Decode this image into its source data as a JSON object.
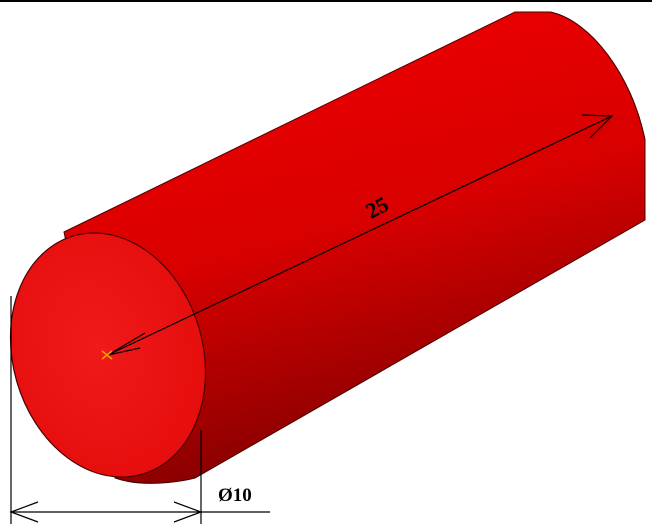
{
  "model": {
    "shape": "cylinder",
    "body_color": "#e00000",
    "body_shadow_color": "#7a0000",
    "end_face_color": "#ee1212",
    "edge_color": "#4a0000"
  },
  "dimensions": {
    "length": {
      "label": "25",
      "line_color": "#000000"
    },
    "diameter": {
      "label": "Ø10",
      "line_color": "#000000"
    }
  },
  "marker": {
    "icon": "origin-cross",
    "color": "#ff9900"
  }
}
